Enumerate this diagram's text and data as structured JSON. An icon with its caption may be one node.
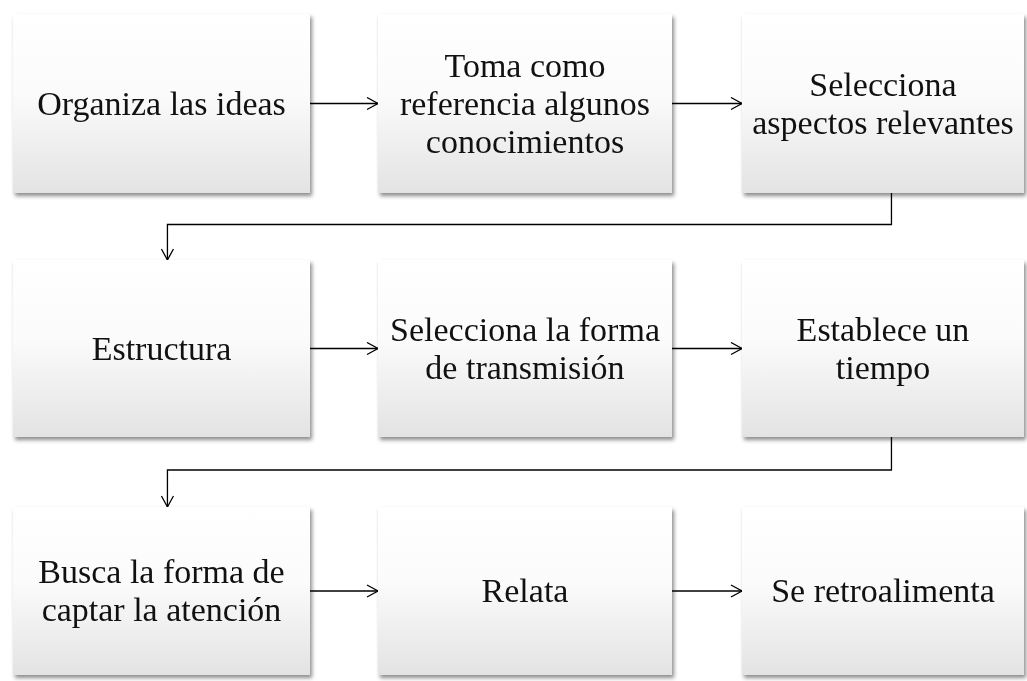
{
  "diagram": {
    "nodes": [
      {
        "text": [
          "Organiza las ideas"
        ]
      },
      {
        "text": [
          "Toma como referencia algunos conocimientos"
        ]
      },
      {
        "text": [
          "Selecciona aspectos relevantes"
        ]
      },
      {
        "text": [
          "Estructura"
        ]
      },
      {
        "text": [
          "Selecciona la forma de transmisión"
        ]
      },
      {
        "text": [
          "Establece un tiempo"
        ]
      },
      {
        "text": [
          "Busca la forma de captar la atención"
        ]
      },
      {
        "text": [
          "Relata"
        ]
      },
      {
        "text": [
          "Se retroalimenta"
        ]
      }
    ],
    "edges": [
      {
        "from": 0,
        "to": 1,
        "arrow": "to"
      },
      {
        "from": 1,
        "to": 2,
        "arrow": "to"
      },
      {
        "from": 2,
        "to": 3,
        "arrow": "to"
      },
      {
        "from": 3,
        "to": 4,
        "arrow": "to"
      },
      {
        "from": 4,
        "to": 5,
        "arrow": "to"
      },
      {
        "from": 5,
        "to": 6,
        "arrow": "to"
      },
      {
        "from": 6,
        "to": 7,
        "arrow": "to"
      },
      {
        "from": 7,
        "to": 8,
        "arrow": "to"
      }
    ]
  }
}
